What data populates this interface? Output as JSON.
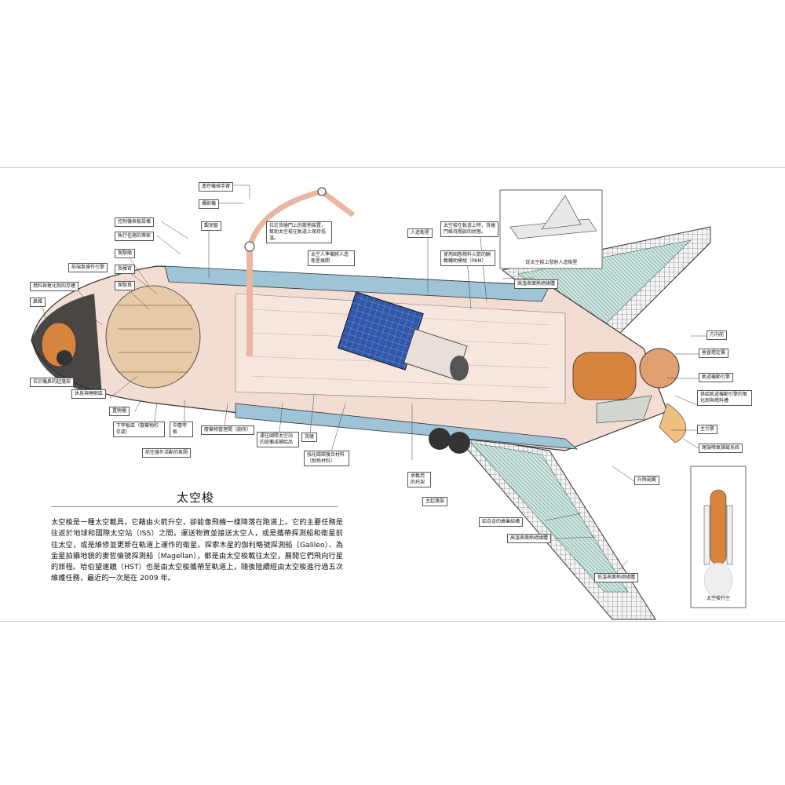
{
  "title": "太空梭",
  "body": "太空梭是一種太空載具，它藉由火箭升空，卻能像飛機一樣降落在跑道上。它的主要任務是往返於地球和國際太空站（ISS）之間，運送物資並接送太空人，或是攜帶探測船和衛星前往太空，或是維修並更新在軌道上運作的衛星。探索木星的伽利略號探測船（Galileo）、為金星拍攝地貌的麥哲倫號探測船（Magellan），都是由太空梭載往太空，展開它們飛向行星的旅程。哈伯望遠鏡（HST）也是由太空梭攜帶至軌道上，隨後陸續經由太空梭進行過五次維護任務，最近的一次是在 2009 年。",
  "labels": {
    "remote_arm": "遙控機械手臂",
    "camera": "攝影機",
    "control_panel": "控制儀表板設備",
    "mission_specialist": "執行任務的專家",
    "pilot": "駕駛艙",
    "observation_window": "觀測窗",
    "payload_door_radiator": "位於貨艙門上的散熱裝置，幫助太空梭在軌道上保持低溫。",
    "astronaut_ready": "太空人準備將人造衛星展開",
    "commander": "指揮官",
    "pilot_seat": "駕駛員",
    "airlock_thruster": "前端氣操作引擎",
    "fuel_oxidizer_tank": "燃料與氧化劑的存槽",
    "nose": "鼻錐",
    "nose_landing_gear": "位於機鼻的起落架",
    "rest_sleep": "休息與睡眠區",
    "storage": "置物櫃",
    "lower_deck": "下甲板區（廢棄物貯存處）",
    "middeck": "中層甲板",
    "waste_mgmt": "廢棄物管理間（廁所）",
    "iss_equipment": "運往國際太空站的設備或補給品",
    "cargo_bay": "貨艙",
    "reinforced_carbon": "強化碳碳複合材料（耐熱材料）",
    "eva_airlock": "前往艙外活動的氣閘",
    "satellite": "人造衛星",
    "orbit_open_door": "太空梭在軌道上時，貨艙門維持開啟的狀態。",
    "oms_fuel": "使用固態燃料火箭的酬載輔助模組（PAM）",
    "inset_launch_caption": "從太空梭上發射人造衛星",
    "high_temp_tiles": "高溫表面熱絕緣體",
    "rudder": "方向舵",
    "vertical_stabilizer": "垂直穩定翼",
    "oms_engine": "軌道機動引擎",
    "oms_tanks": "供給軌道機動引擎的氧化劑與燃料槽",
    "main_engine": "主引擎",
    "tail_control": "尾端噴氣操縱系統",
    "elevon": "升降副翼",
    "aluminum_structure": "鋁合金的蜂巢結構",
    "high_temp_tiles_2": "高溫表面熱絕緣體",
    "low_temp_tiles": "低溫表面熱絕緣體",
    "main_landing_gear": "主起落架",
    "landing_support": "承載用的托架",
    "inset_liftoff_caption": "太空梭升空"
  },
  "colors": {
    "fuselage": "#f3ddd2",
    "tile_dark": "#2b2b2b",
    "wing_blue": "#9fc4d8",
    "tank_orange": "#d9843d",
    "rule": "#888888"
  }
}
